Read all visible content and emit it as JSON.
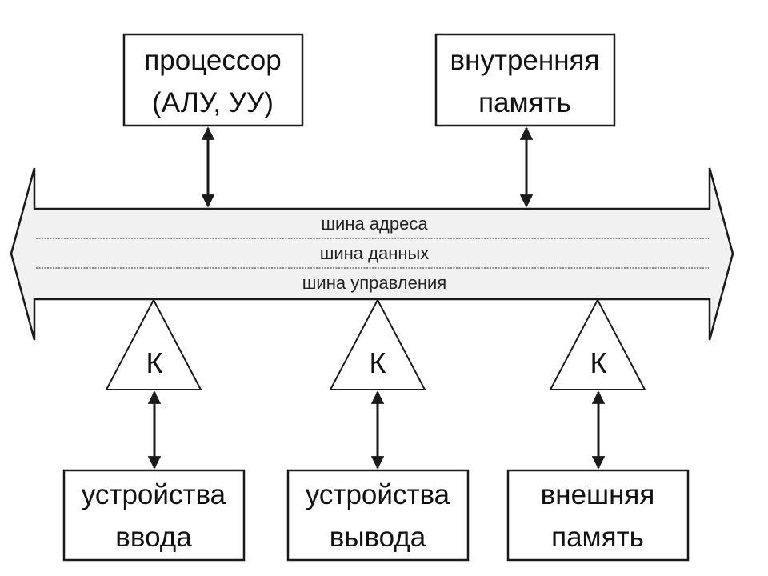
{
  "diagram": {
    "title": "",
    "colors": {
      "stroke": "#1a1a1a",
      "bus_fill": "#f1f1f1",
      "box_fill": "#ffffff",
      "divider": "#888888"
    },
    "bus": {
      "lines": [
        "шина адреса",
        "шина данных",
        "шина управления"
      ]
    },
    "top_boxes": [
      {
        "id": "processor",
        "lines": [
          "процессор",
          "(АЛУ, УУ)"
        ]
      },
      {
        "id": "internal-memory",
        "lines": [
          "внутренняя",
          "память"
        ]
      }
    ],
    "controllers": [
      {
        "label": "К"
      },
      {
        "label": "К"
      },
      {
        "label": "К"
      }
    ],
    "bottom_boxes": [
      {
        "id": "input-devices",
        "lines": [
          "устройства",
          "ввода"
        ]
      },
      {
        "id": "output-devices",
        "lines": [
          "устройства",
          "вывода"
        ]
      },
      {
        "id": "external-memory",
        "lines": [
          "внешняя",
          "память"
        ]
      }
    ]
  }
}
